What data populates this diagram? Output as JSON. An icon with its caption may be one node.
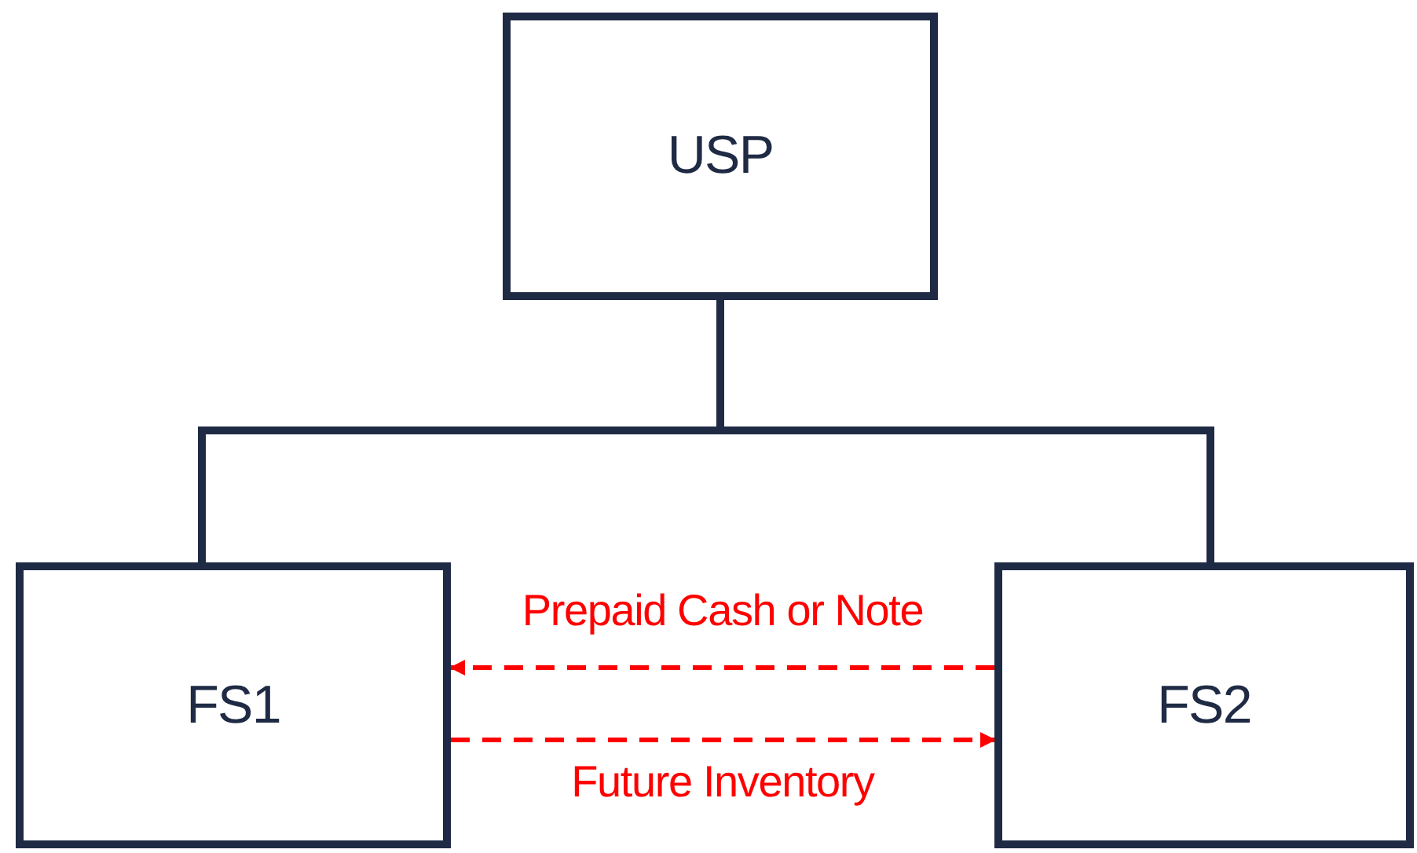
{
  "diagram": {
    "nodes": [
      {
        "text": [
          "USP"
        ]
      },
      {
        "text": [
          "FS1"
        ]
      },
      {
        "text": [
          "FS2"
        ]
      }
    ],
    "edges": [
      {
        "from": 0,
        "to": 1,
        "arrow": "none"
      },
      {
        "from": 0,
        "to": 2,
        "arrow": "none"
      },
      {
        "from": 2,
        "to": 1,
        "arrow": "to",
        "label": "Prepaid Cash or Note",
        "style": "dashed",
        "color": "#ff0000"
      },
      {
        "from": 1,
        "to": 2,
        "arrow": "to",
        "label": "Future Inventory",
        "style": "dashed",
        "color": "#ff0000"
      }
    ]
  }
}
